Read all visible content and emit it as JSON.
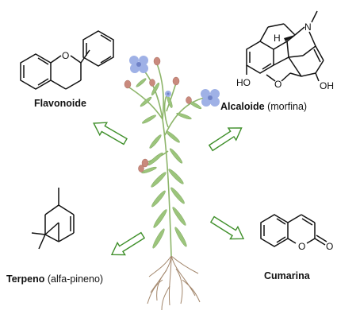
{
  "compounds": {
    "flavonoide": {
      "name": "Flavonoide",
      "note": "",
      "atoms": {
        "o1": "O"
      }
    },
    "alcaloide": {
      "name": "Alcaloide",
      "note": "(morfina)",
      "atoms": {
        "ho": "HO",
        "o": "O",
        "oh": "OH",
        "h": "H",
        "n": "N"
      }
    },
    "terpeno": {
      "name": "Terpeno",
      "note": "(alfa-pineno)"
    },
    "cumarina": {
      "name": "Cumarina",
      "note": "",
      "atoms": {
        "o_ring": "O",
        "o_keto": "O"
      }
    }
  },
  "colors": {
    "arrow": "#3f8f2a",
    "stem": "#8db56a",
    "leaf": "#9cc57c",
    "flower": "#9fb1e6",
    "bud": "#c98a7d",
    "root": "#a2866b"
  },
  "icons": [
    "flax-plant-illustration",
    "chemical-structure"
  ]
}
